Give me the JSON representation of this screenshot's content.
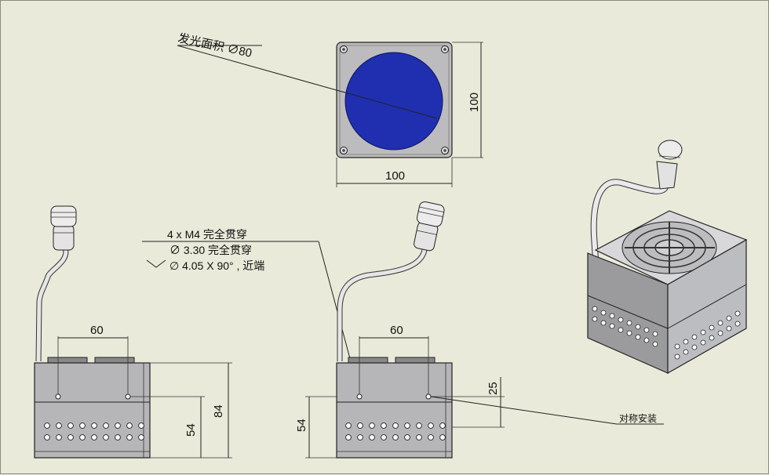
{
  "labels": {
    "emit_area": "发光面积 ∅80",
    "top_width": "100",
    "top_height": "100",
    "front_left_spacing": "60",
    "front_left_height_low": "54",
    "front_left_height_total": "84",
    "front_right_spacing": "60",
    "front_right_height_25": "25",
    "front_right_height_54": "54",
    "note_line1": "4 x  M4  完全贯穿",
    "note_line2": "∅  3.30 完全贯穿",
    "note_line3": "∅  4.05 X 90° , 近端",
    "symmetric_mount": "对称安装"
  },
  "colors": {
    "background": "#e9ead9",
    "emitter": "#1f2fb0",
    "body": "#b7b7b9",
    "top_face": "#d7d7da",
    "iso_front": "#9a9a9c",
    "iso_right": "#bcbdc0"
  }
}
